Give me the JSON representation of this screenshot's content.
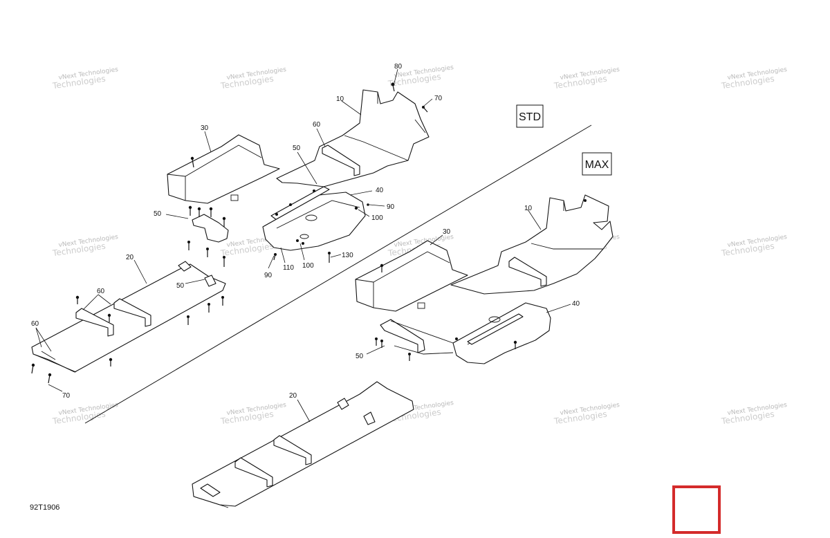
{
  "watermark": {
    "line1": "vNext Technologies",
    "line2": "Technologies"
  },
  "versions": {
    "std": "STD",
    "max": "MAX"
  },
  "diagram_code": "92T1906",
  "callouts": {
    "c80": "80",
    "c70_top": "70",
    "c10_std": "10",
    "c30_std": "30",
    "c60_std": "60",
    "c50_std_a": "50",
    "c40_std": "40",
    "c90_std_a": "90",
    "c100_std_a": "100",
    "c50_std_b": "50",
    "c130": "130",
    "c100_std_b": "100",
    "c110": "110",
    "c90_std_b": "90",
    "c20_std": "20",
    "c50_std_c": "50",
    "c60_std_b": "60",
    "c60_std_c": "60",
    "c70_std": "70",
    "c10_max": "10",
    "c30_max": "30",
    "c40_max": "40",
    "c50_max": "50",
    "c20_max": "20"
  }
}
